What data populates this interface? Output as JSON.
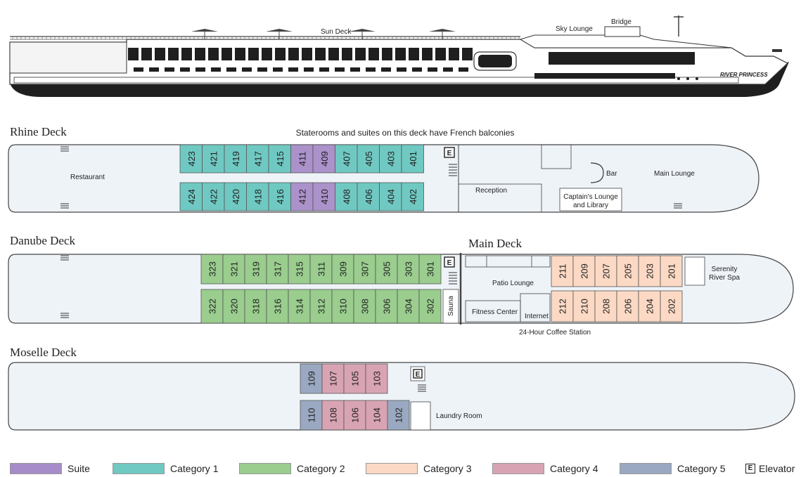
{
  "ship": {
    "name": "RIVER PRINCESS",
    "labels": {
      "sun_deck": "Sun Deck",
      "sky_lounge": "Sky Lounge",
      "bridge": "Bridge"
    }
  },
  "colors": {
    "suite": "#a68cc8",
    "category1": "#6fc9c2",
    "category2": "#9acd8e",
    "category3": "#fcd9c4",
    "category4": "#d8a4b3",
    "category5": "#9aa9c1",
    "deck_fill": "#eef3f8",
    "hull": "#222222"
  },
  "rhine": {
    "title": "Rhine Deck",
    "note": "Staterooms and suites on this deck have French balconies",
    "restaurant": "Restaurant",
    "reception": "Reception",
    "bar": "Bar",
    "main_lounge": "Main Lounge",
    "captains_lounge_1": "Captain's Lounge",
    "captains_lounge_2": "and Library",
    "elevator": "E",
    "top_row": [
      {
        "num": "423",
        "cat": "category1"
      },
      {
        "num": "421",
        "cat": "category1"
      },
      {
        "num": "419",
        "cat": "category1"
      },
      {
        "num": "417",
        "cat": "category1"
      },
      {
        "num": "415",
        "cat": "category1"
      },
      {
        "num": "411",
        "cat": "suite"
      },
      {
        "num": "409",
        "cat": "suite"
      },
      {
        "num": "407",
        "cat": "category1"
      },
      {
        "num": "405",
        "cat": "category1"
      },
      {
        "num": "403",
        "cat": "category1"
      },
      {
        "num": "401",
        "cat": "category1"
      }
    ],
    "bottom_row": [
      {
        "num": "424",
        "cat": "category1"
      },
      {
        "num": "422",
        "cat": "category1"
      },
      {
        "num": "420",
        "cat": "category1"
      },
      {
        "num": "418",
        "cat": "category1"
      },
      {
        "num": "416",
        "cat": "category1"
      },
      {
        "num": "412",
        "cat": "suite"
      },
      {
        "num": "410",
        "cat": "suite"
      },
      {
        "num": "408",
        "cat": "category1"
      },
      {
        "num": "406",
        "cat": "category1"
      },
      {
        "num": "404",
        "cat": "category1"
      },
      {
        "num": "402",
        "cat": "category1"
      }
    ]
  },
  "danube": {
    "title": "Danube Deck",
    "sauna": "Sauna",
    "elevator": "E",
    "top_row": [
      "323",
      "321",
      "319",
      "317",
      "315",
      "311",
      "309",
      "307",
      "305",
      "303",
      "301"
    ],
    "bottom_row": [
      "322",
      "320",
      "318",
      "316",
      "314",
      "312",
      "310",
      "308",
      "306",
      "304",
      "302"
    ],
    "cat": "category2"
  },
  "main": {
    "title": "Main Deck",
    "patio_lounge": "Patio Lounge",
    "fitness_center": "Fitness Center",
    "internet": "Internet",
    "coffee_station": "24-Hour Coffee Station",
    "spa_1": "Serenity",
    "spa_2": "River Spa",
    "top_row": [
      "211",
      "209",
      "207",
      "205",
      "203",
      "201"
    ],
    "bottom_row": [
      "212",
      "210",
      "208",
      "206",
      "204",
      "202"
    ],
    "cat": "category3"
  },
  "moselle": {
    "title": "Moselle Deck",
    "laundry": "Laundry Room",
    "elevator": "E",
    "top_row": [
      {
        "num": "109",
        "cat": "category5"
      },
      {
        "num": "107",
        "cat": "category4"
      },
      {
        "num": "105",
        "cat": "category4"
      },
      {
        "num": "103",
        "cat": "category4"
      }
    ],
    "bottom_row": [
      {
        "num": "110",
        "cat": "category5"
      },
      {
        "num": "108",
        "cat": "category4"
      },
      {
        "num": "106",
        "cat": "category4"
      },
      {
        "num": "104",
        "cat": "category4"
      },
      {
        "num": "102",
        "cat": "category5"
      }
    ]
  },
  "legend": [
    {
      "label": "Suite",
      "cat": "suite"
    },
    {
      "label": "Category 1",
      "cat": "category1"
    },
    {
      "label": "Category 2",
      "cat": "category2"
    },
    {
      "label": "Category 3",
      "cat": "category3"
    },
    {
      "label": "Category 4",
      "cat": "category4"
    },
    {
      "label": "Category 5",
      "cat": "category5"
    }
  ],
  "legend_elevator": {
    "symbol": "E",
    "label": "Elevator"
  }
}
